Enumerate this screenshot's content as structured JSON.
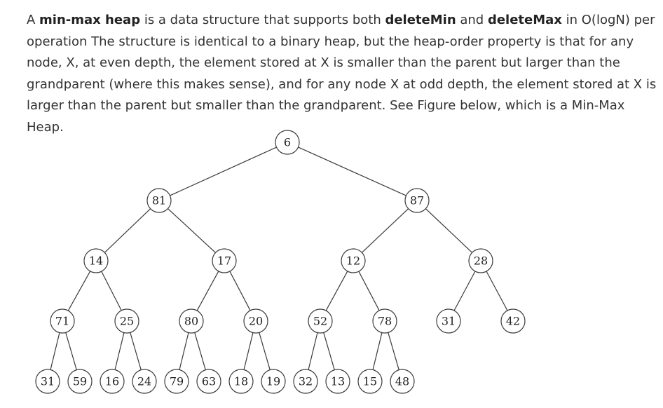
{
  "paragraph": {
    "part1": "A ",
    "term": "min-max heap",
    "part2": " is a data structure that supports both ",
    "op_min": "deleteMin",
    "part3": " and ",
    "op_max": "deleteMax",
    "part4": " in O(logN) per operation The structure is identical to a binary heap, but the heap-order property is that for any node, X, at even depth, the element stored at X is smaller than the parent but larger than the grandparent (where this makes sense), and for any node X at odd depth, the element stored at X is larger than the parent but smaller than the grandparent. See Figure below, which is a Min-Max Heap."
  },
  "heap": {
    "levels": [
      [
        "6"
      ],
      [
        "81",
        "87"
      ],
      [
        "14",
        "17",
        "12",
        "28"
      ],
      [
        "71",
        "25",
        "80",
        "20",
        "52",
        "78",
        "31",
        "42"
      ],
      [
        "31",
        "59",
        "16",
        "24",
        "79",
        "63",
        "18",
        "19",
        "32",
        "13",
        "15",
        "48"
      ]
    ]
  }
}
